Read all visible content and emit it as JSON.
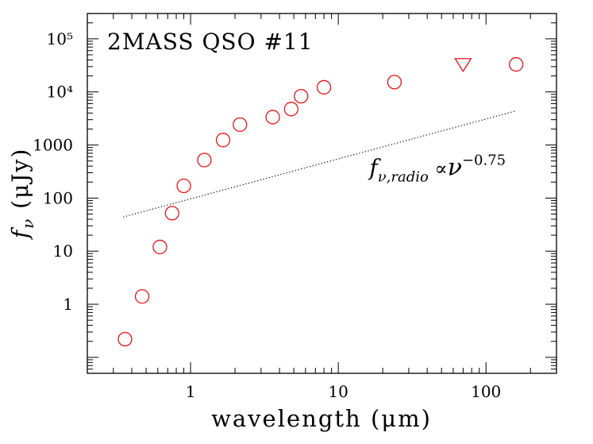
{
  "chart_data": {
    "type": "scatter",
    "title": "2MASS QSO #11",
    "xlabel": "wavelength (μm)",
    "ylabel": "f_ν (μJy)",
    "xscale": "log",
    "yscale": "log",
    "xlim": [
      0.2,
      300
    ],
    "ylim": [
      0.05,
      300000
    ],
    "grid": false,
    "x_ticks": [
      {
        "value": 1,
        "label": "1"
      },
      {
        "value": 10,
        "label": "10"
      },
      {
        "value": 100,
        "label": "100"
      }
    ],
    "y_ticks": [
      {
        "value": 1,
        "label": "1"
      },
      {
        "value": 10,
        "label": "10"
      },
      {
        "value": 100,
        "label": "100"
      },
      {
        "value": 1000,
        "label": "1000"
      },
      {
        "value": 10000,
        "label": "10⁴"
      },
      {
        "value": 100000,
        "label": "10⁵"
      }
    ],
    "series": [
      {
        "marker": "circle",
        "color": "#e8141c",
        "x": [
          0.36,
          0.47,
          0.62,
          0.75,
          0.9,
          1.24,
          1.66,
          2.16,
          3.6,
          4.8,
          5.6,
          8.0,
          24,
          160
        ],
        "y": [
          0.22,
          1.4,
          12,
          52,
          170,
          520,
          1240,
          2420,
          3350,
          4750,
          8300,
          12200,
          15300,
          33000
        ]
      },
      {
        "marker": "triangle-down",
        "role": "upper-limit",
        "color": "#e8141c",
        "x": [
          70
        ],
        "y": [
          34500
        ]
      },
      {
        "marker": "dotted-line",
        "color": "#000000",
        "x": [
          0.35,
          160
        ],
        "y": [
          44,
          4400
        ]
      }
    ],
    "annotation": {
      "f": "f",
      "subscript": "ν,radio",
      "prop": "∝",
      "nu": "ν",
      "exponent": "−0.75",
      "x": 14,
      "y": 380
    }
  }
}
